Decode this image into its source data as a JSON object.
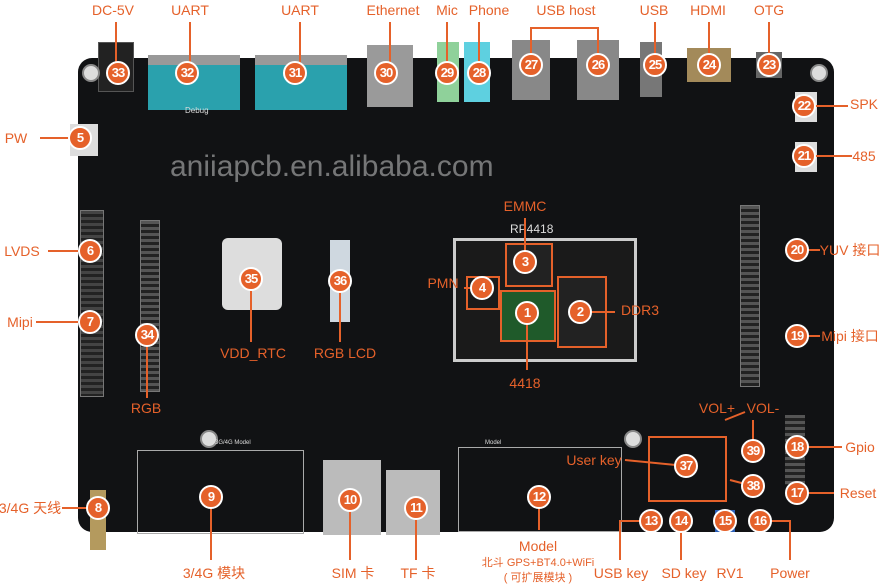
{
  "markers": [
    {
      "num": "1",
      "label": "4418"
    },
    {
      "num": "2",
      "label": "DDR3"
    },
    {
      "num": "3",
      "label": "EMMC"
    },
    {
      "num": "4",
      "label": "PMN"
    },
    {
      "num": "5",
      "label": "PW"
    },
    {
      "num": "6",
      "label": "LVDS"
    },
    {
      "num": "7",
      "label": "Mipi"
    },
    {
      "num": "8",
      "label": "3/4G 天线"
    },
    {
      "num": "9",
      "label": "3/4G 模块"
    },
    {
      "num": "10",
      "label": "SIM 卡"
    },
    {
      "num": "11",
      "label": "TF 卡"
    },
    {
      "num": "12",
      "label": "Model"
    },
    {
      "num": "13",
      "label": "USB key"
    },
    {
      "num": "14",
      "label": "SD key"
    },
    {
      "num": "15",
      "label": "RV1"
    },
    {
      "num": "16",
      "label": "Power"
    },
    {
      "num": "17",
      "label": "Reset"
    },
    {
      "num": "18",
      "label": "Gpio"
    },
    {
      "num": "19",
      "label": "Mipi 接口"
    },
    {
      "num": "20",
      "label": "YUV 接口"
    },
    {
      "num": "21",
      "label": "485"
    },
    {
      "num": "22",
      "label": "SPK"
    },
    {
      "num": "23",
      "label": "OTG"
    },
    {
      "num": "24",
      "label": "HDMI"
    },
    {
      "num": "25",
      "label": "USB"
    },
    {
      "num": "26",
      "label": "USB host"
    },
    {
      "num": "27",
      "label": ""
    },
    {
      "num": "28",
      "label": "Phone"
    },
    {
      "num": "29",
      "label": "Mic"
    },
    {
      "num": "30",
      "label": "Ethernet"
    },
    {
      "num": "31",
      "label": "UART"
    },
    {
      "num": "32",
      "label": "UART"
    },
    {
      "num": "33",
      "label": "DC-5V"
    },
    {
      "num": "34",
      "label": "RGB"
    },
    {
      "num": "35",
      "label": "VDD_RTC"
    },
    {
      "num": "36",
      "label": "RGB LCD"
    },
    {
      "num": "37",
      "label": "User key"
    },
    {
      "num": "38",
      "label": "VOL+"
    },
    {
      "num": "39",
      "label": "VOL-"
    }
  ],
  "model_sub1": "北斗 GPS+BT4.0+WiFi",
  "model_sub2": "( 可扩展模块 )",
  "board_text": {
    "core": "RP4418",
    "debug": "Debug",
    "module_3g": "3G/4G Model",
    "module": "Model"
  },
  "watermark": "aniiapcb.en.alibaba.com",
  "colors": {
    "accent": "#e5612a",
    "board": "#111214"
  }
}
